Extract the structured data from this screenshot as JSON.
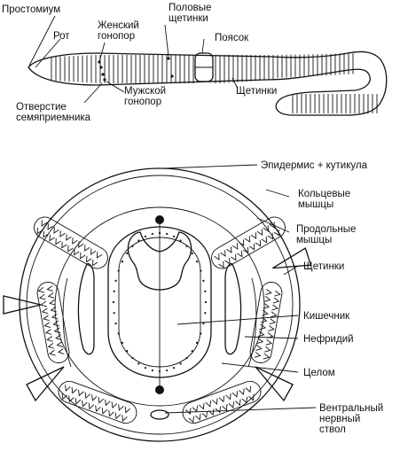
{
  "labels": {
    "prostomium": "Простомиум",
    "mouth": "Рот",
    "female_gonopore": "Женский\nгонопор",
    "genital_setae": "Половые\nщетинки",
    "clitellum": "Поясок",
    "male_gonopore": "Мужской\nгонопор",
    "setae_top": "Щетинки",
    "spermatheca_opening": "Отверстие\nсемяприемника",
    "epidermis": "Эпидермис + кутикула",
    "circular_muscles": "Кольцевые\nмышцы",
    "longitudinal_muscles": "Продольные\nмышцы",
    "setae": "Щетинки",
    "intestine": "Кишечник",
    "nephridium": "Нефридий",
    "coelom": "Целом",
    "ventral_nerve_cord": "Вентральный\nнервный\nствол"
  },
  "colors": {
    "ink": "#111111",
    "background": "#ffffff"
  }
}
